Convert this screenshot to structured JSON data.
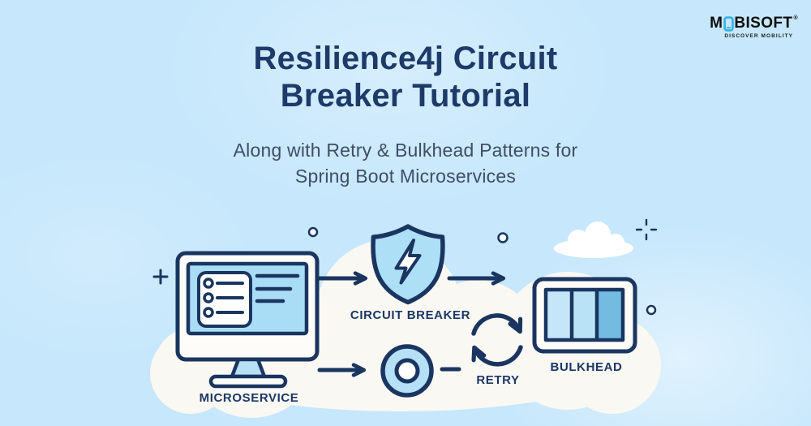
{
  "page": {
    "background_color": "#c6e7fc",
    "type": "tutorial-banner"
  },
  "logo": {
    "prefix": "M",
    "suffix": "BISOFT",
    "registered": "®",
    "tagline": "DISCOVER MOBILITY",
    "phone_icon_color": "#35b2e8"
  },
  "title": {
    "line1": "Resilience4j Circuit",
    "line2": "Breaker Tutorial",
    "color": "#1d3a69"
  },
  "subtitle": {
    "line1": "Along with Retry & Bulkhead Patterns for",
    "line2": "Spring Boot Microservices",
    "color": "#3e4e66"
  },
  "diagram": {
    "labels": {
      "microservice": "MICROSERVICE",
      "circuit_breaker": "CIRCUIT BREAKER",
      "retry": "RETRY",
      "bulkhead": "BULKHEAD"
    },
    "colors": {
      "outline_navy": "#1a3560",
      "icon_light_blue": "#addff7",
      "icon_white": "#fdfcf9",
      "bulkhead_dark_column": "#74bbe2",
      "cloud_backdrop": "#faf8f3"
    }
  }
}
